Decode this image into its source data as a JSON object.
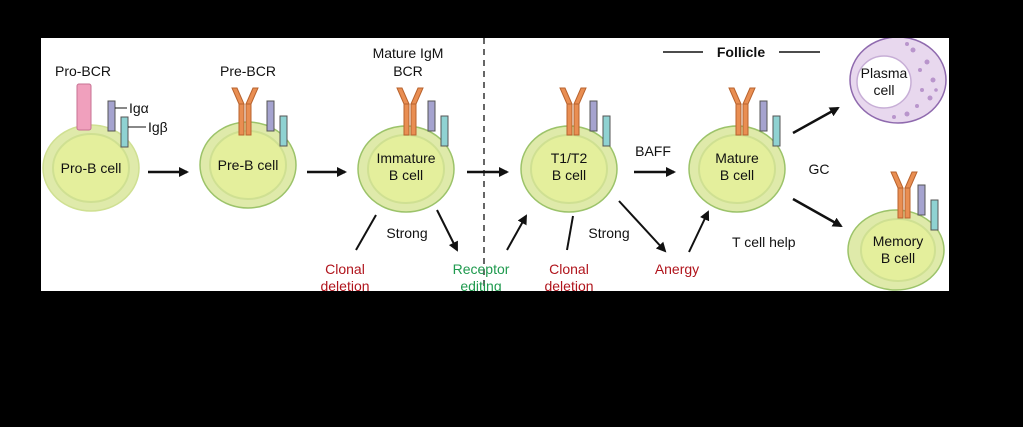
{
  "colors": {
    "background": "#000000",
    "panel": "#ffffff",
    "cell_fill": "#dfeaaa",
    "cell_stroke": "#9cc36a",
    "nucleus_fill": "#e4ef9c",
    "plasma_fill": "#e8d8ee",
    "plasma_stroke": "#8f6aae",
    "plasma_dot": "#b995cc",
    "pro_bcr": "#f0a0bd",
    "heavy_chain": "#e98e52",
    "ig_alpha": "#a5a3cf",
    "ig_beta": "#8fd2d2",
    "negative_label": "#b0141c",
    "positive_label": "#1f9a4e",
    "text": "#111111"
  },
  "labels": {
    "pro_bcr": "Pro-BCR",
    "ig_alpha": "Igα",
    "ig_beta": "Igβ",
    "pre_bcr": "Pre-BCR",
    "mature_igm_line1": "Mature IgM",
    "mature_igm_line2": "BCR",
    "follicle": "Follicle",
    "baff": "BAFF",
    "gc": "GC",
    "strong_1": "Strong",
    "strong_2": "Strong",
    "t_cell_help": "T cell help"
  },
  "cells": {
    "pro_b": "Pro-B cell",
    "pre_b": "Pre-B cell",
    "immature_line1": "Immature",
    "immature_line2": "B cell",
    "t1t2_line1": "T1/T2",
    "t1t2_line2": "B cell",
    "mature_line1": "Mature",
    "mature_line2": "B cell",
    "plasma_line1": "Plasma",
    "plasma_line2": "cell",
    "memory_line1": "Memory",
    "memory_line2": "B cell"
  },
  "outcomes": {
    "clonal_deletion_1_line1": "Clonal",
    "clonal_deletion_1_line2": "deletion",
    "receptor_editing_line1": "Receptor",
    "receptor_editing_line2": "editing",
    "clonal_deletion_2_line1": "Clonal",
    "clonal_deletion_2_line2": "deletion",
    "anergy": "Anergy"
  }
}
